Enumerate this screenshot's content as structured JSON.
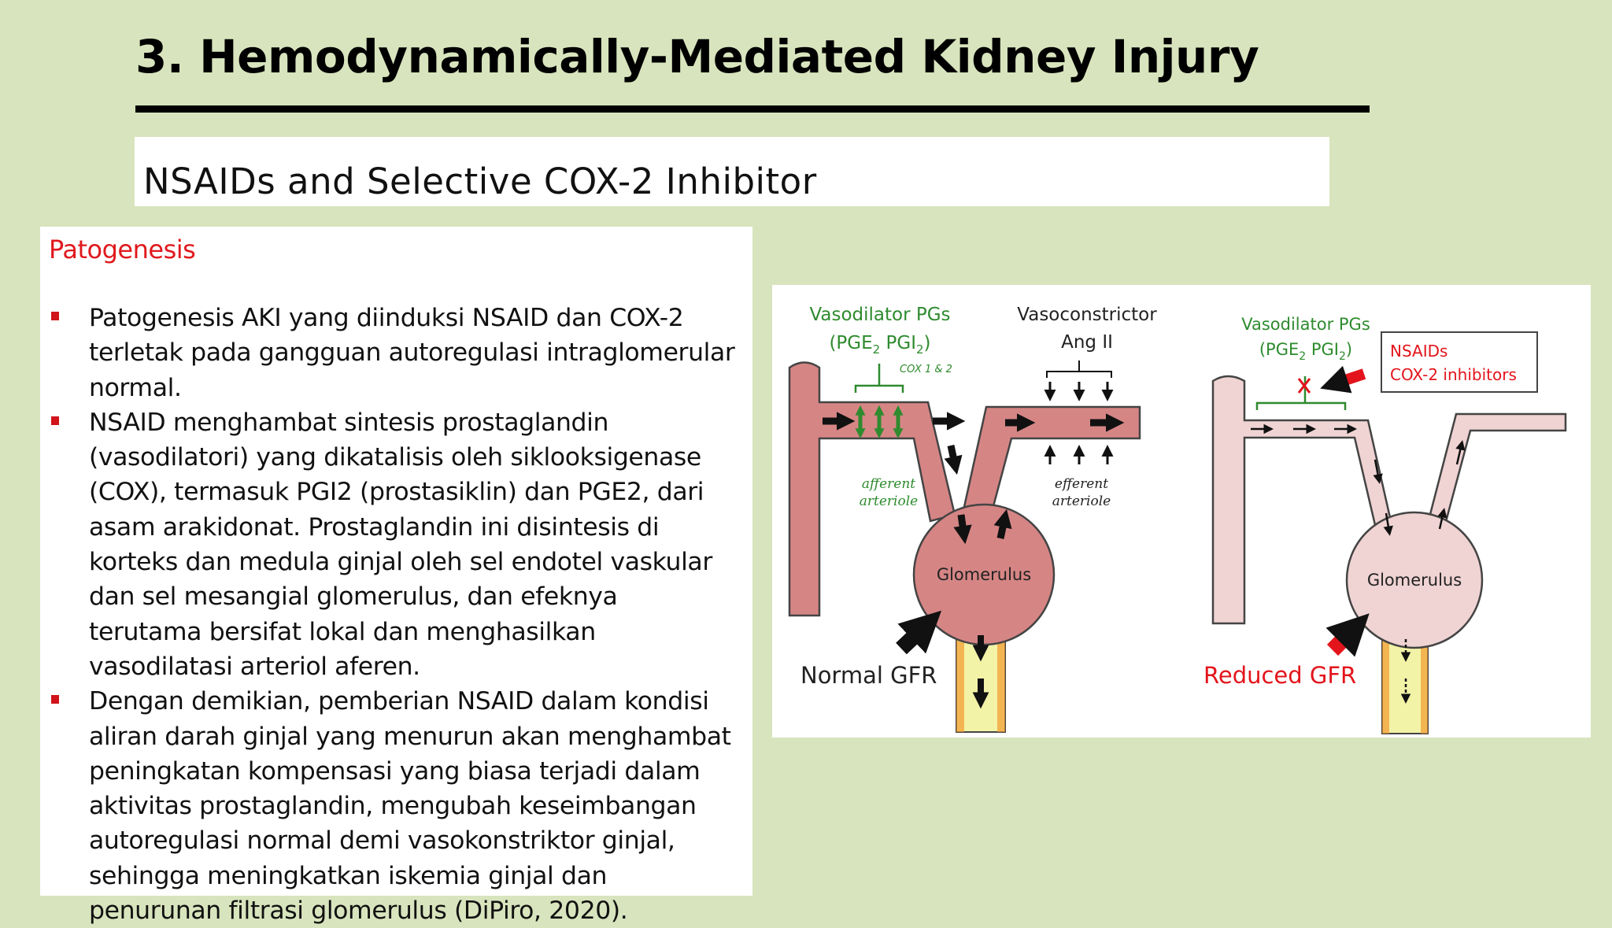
{
  "slide": {
    "title": "3. Hemodynamically-Mediated Kidney Injury",
    "subtitle": "NSAIDs and Selective COX-2 Inhibitor"
  },
  "text_panel": {
    "heading": "Patogenesis",
    "bullets": [
      "Patogenesis AKI yang diinduksi NSAID dan COX-2 terletak pada gangguan autoregulasi intraglomerular normal.",
      "NSAID menghambat sintesis prostaglandin (vasodilatori) yang dikatalisis oleh siklooksigenase (COX), termasuk PGI2 (prostasiklin) dan PGE2, dari asam arakidonat. Prostaglandin ini disintesis di korteks dan medula ginjal oleh sel endotel vaskular dan sel mesangial glomerulus, dan efeknya terutama bersifat lokal dan menghasilkan vasodilatasi arteriol aferen.",
      "Dengan demikian, pemberian NSAID dalam kondisi aliran darah ginjal yang menurun akan menghambat peningkatan kompensasi yang biasa terjadi dalam aktivitas prostaglandin, mengubah keseimbangan autoregulasi normal demi vasokonstriktor ginjal, sehingga meningkatkan iskemia ginjal dan penurunan filtrasi glomerulus (DiPiro, 2020)."
    ]
  },
  "diagram": {
    "left": {
      "vasodilator_label": "Vasodilator PGs",
      "pge_text": "(PGE",
      "pge_sub": "2",
      "pgi_text": " PGI",
      "pgi_sub": "2",
      "pge_close": ")",
      "cox_label": "COX 1 & 2",
      "vasoconstrictor_label": "Vasoconstrictor",
      "ang_label": "Ang II",
      "afferent_line1": "afferent",
      "afferent_line2": "arteriole",
      "efferent_line1": "efferent",
      "efferent_line2": "arteriole",
      "glomerulus_label": "Glomerulus",
      "gfr_label": "Normal GFR"
    },
    "right": {
      "vasodilator_label": "Vasodilator PGs",
      "pge_text": "(PGE",
      "pge_sub": "2",
      "pgi_text": " PGI",
      "pgi_sub": "2",
      "pge_close": ")",
      "nsaids_line1": "NSAIDs",
      "nsaids_line2": "COX-2 inhibitors",
      "glomerulus_label": "Glomerulus",
      "gfr_label": "Reduced GFR"
    },
    "colors": {
      "vessel_fill": "#d68585",
      "vessel_light": "#f0d3d3",
      "vessel_stroke": "#444444",
      "green": "#2e8b2e",
      "red": "#e3141b",
      "tubule_yellow": "#f3f3a8",
      "tubule_orange": "#f29a2e"
    }
  }
}
